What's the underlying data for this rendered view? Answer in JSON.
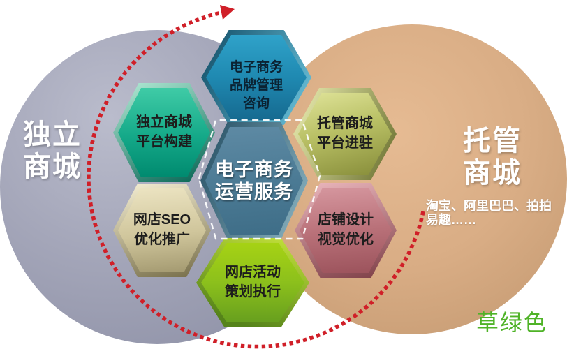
{
  "left_circle": {
    "label": "独立\n商城",
    "color": "#a4a6b9"
  },
  "right_circle": {
    "label": "托管\n商城",
    "platforms": "淘宝、阿里巴巴、拍拍\n易趣……",
    "color": "#d9ad85"
  },
  "center_hexagon": {
    "label": "电子商务\n运营服务",
    "color": "#4c7b95"
  },
  "hexagons": {
    "top": {
      "label": "电子商务\n品牌管理\n咨询",
      "color": "#1f89b1"
    },
    "upper_left": {
      "label": "独立商城\n平台构建",
      "color": "#14a888"
    },
    "upper_right": {
      "label": "托管商城\n平台进驻",
      "color": "#b9c065"
    },
    "lower_left": {
      "label": "网店SEO\n优化推广",
      "color": "#cfc59b"
    },
    "lower_right": {
      "label": "店铺设计\n视觉优化",
      "color": "#b97179"
    },
    "bottom": {
      "label": "网店活动\n策划执行",
      "color": "#8cc01c"
    }
  },
  "annotation": {
    "label": "草绿色",
    "color": "#4fb327"
  },
  "arrow": {
    "color": "#d01f28"
  },
  "dashed_ring": {
    "color": "#ffffff"
  }
}
